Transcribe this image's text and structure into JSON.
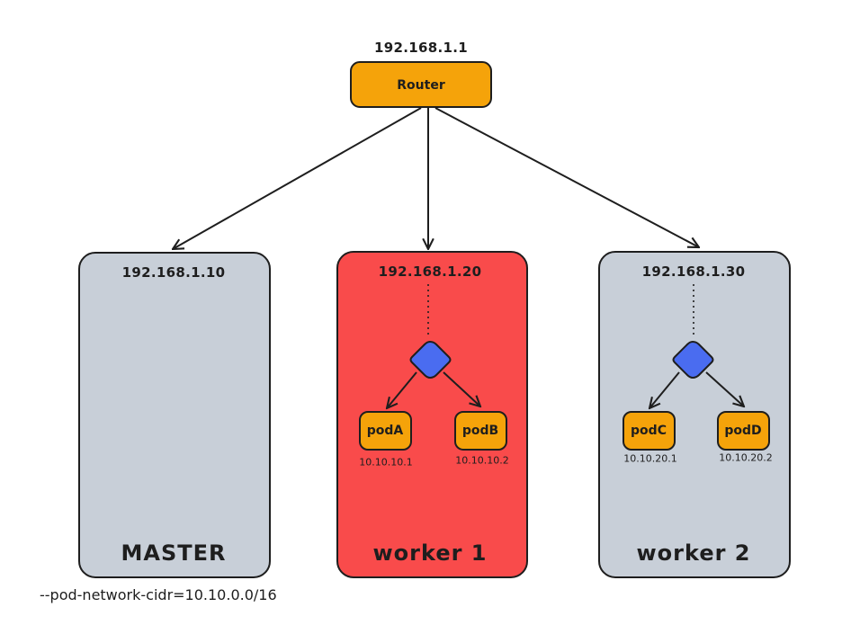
{
  "colors": {
    "router_fill": "#f5a30a",
    "master_fill": "#c8cfd8",
    "worker1_fill": "#f94b4b",
    "worker2_fill": "#c8cfd8",
    "pod_fill": "#f5a30a",
    "bridge_fill": "#4a6cf0",
    "stroke": "#1e1e1e"
  },
  "router": {
    "label": "Router",
    "ip": "192.168.1.1"
  },
  "nodes": [
    {
      "id": "master",
      "title": "MASTER",
      "ip": "192.168.1.10",
      "pods": []
    },
    {
      "id": "worker1",
      "title": "worker 1",
      "ip": "192.168.1.20",
      "pods": [
        {
          "label": "podA",
          "ip": "10.10.10.1"
        },
        {
          "label": "podB",
          "ip": "10.10.10.2"
        }
      ]
    },
    {
      "id": "worker2",
      "title": "worker 2",
      "ip": "192.168.1.30",
      "pods": [
        {
          "label": "podC",
          "ip": "10.10.20.1"
        },
        {
          "label": "podD",
          "ip": "10.10.20.2"
        }
      ]
    }
  ],
  "caption": "--pod-network-cidr=10.10.0.0/16"
}
